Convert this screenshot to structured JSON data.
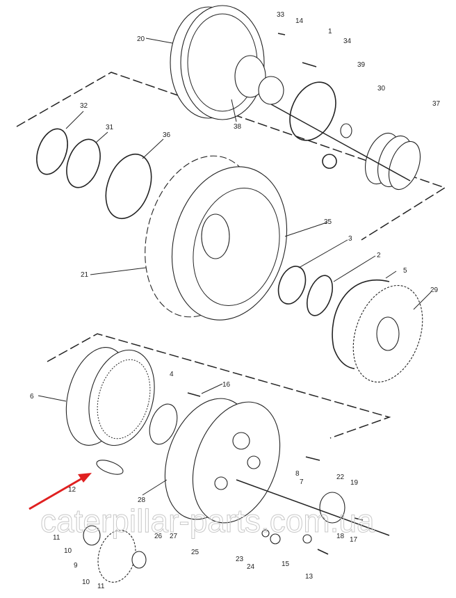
{
  "diagram": {
    "type": "exploded parts diagram",
    "watermark": "caterpillar-parts.com.ua",
    "highlight_color": "#e02020",
    "highlighted_part": "12",
    "callouts": [
      "33",
      "14",
      "1",
      "34",
      "20",
      "39",
      "30",
      "38",
      "37",
      "32",
      "31",
      "36",
      "35",
      "3",
      "2",
      "5",
      "29",
      "21",
      "4",
      "16",
      "6",
      "12",
      "28",
      "8",
      "7",
      "22",
      "19",
      "26",
      "27",
      "25",
      "11",
      "10",
      "9",
      "10",
      "11",
      "23",
      "24",
      "15",
      "13",
      "18",
      "17"
    ]
  }
}
